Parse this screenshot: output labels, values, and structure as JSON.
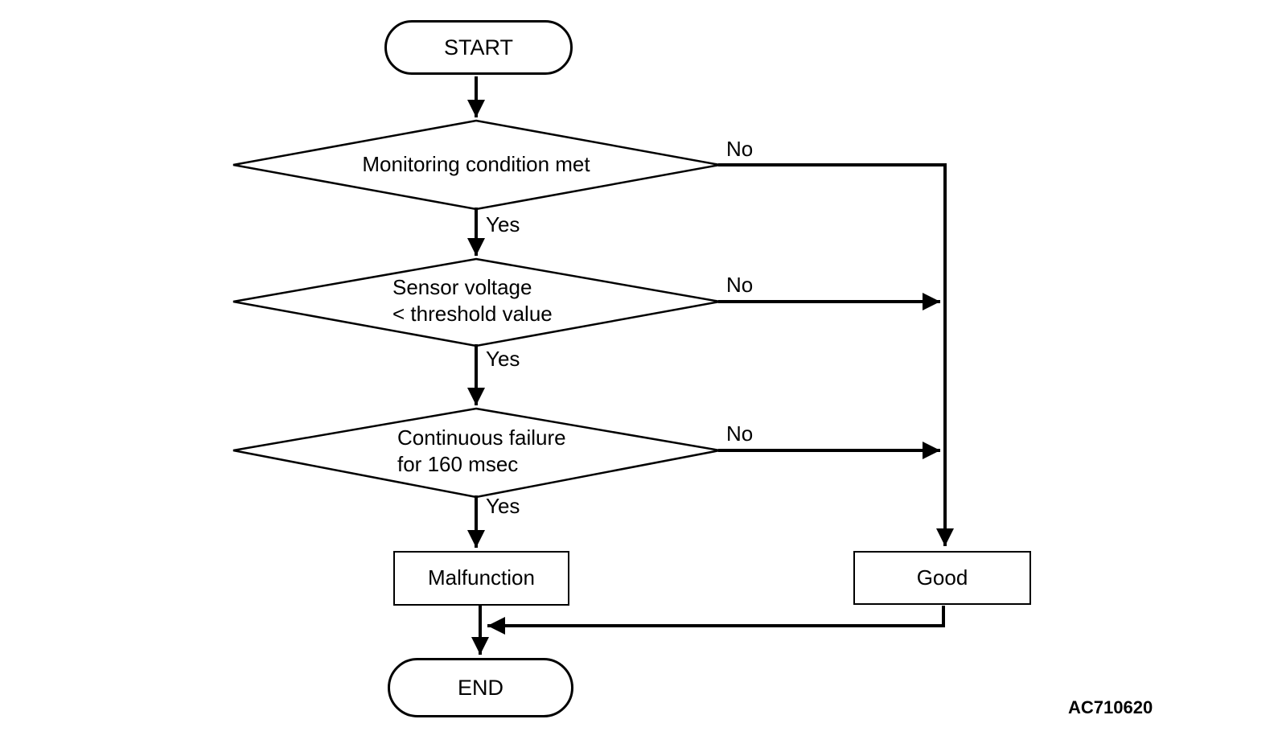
{
  "figure": {
    "code": "AC710620",
    "background_color": "#ffffff",
    "line_color": "#000000"
  },
  "nodes": {
    "start": {
      "type": "terminator",
      "label": "START"
    },
    "monitoring": {
      "type": "decision",
      "label": "Monitoring condition met"
    },
    "sensor": {
      "type": "decision",
      "label_line1": "Sensor voltage",
      "label_line2": "< threshold value"
    },
    "continuous": {
      "type": "decision",
      "label_line1": "Continuous failure",
      "label_line2": "for 160 msec"
    },
    "malfunction": {
      "type": "process",
      "label": "Malfunction"
    },
    "good": {
      "type": "process",
      "label": "Good"
    },
    "end": {
      "type": "terminator",
      "label": "END"
    }
  },
  "edges": {
    "monitoring_yes": {
      "label": "Yes"
    },
    "monitoring_no": {
      "label": "No"
    },
    "sensor_yes": {
      "label": "Yes"
    },
    "sensor_no": {
      "label": "No"
    },
    "continuous_yes": {
      "label": "Yes"
    },
    "continuous_no": {
      "label": "No"
    }
  }
}
